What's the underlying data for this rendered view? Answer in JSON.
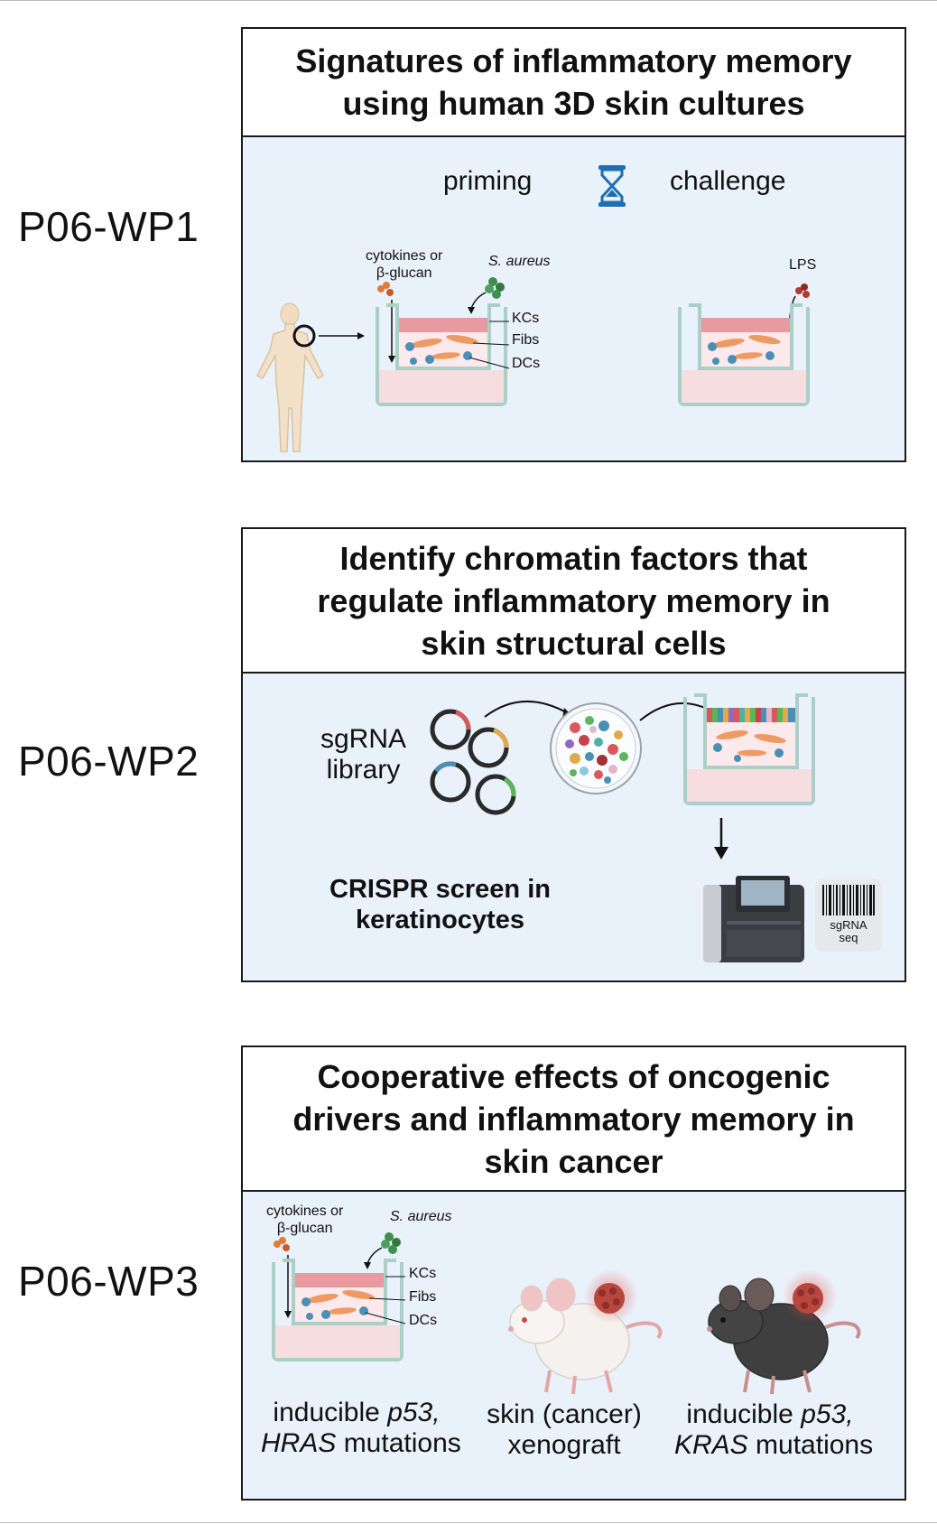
{
  "wp1": {
    "label": "P06-WP1",
    "title_line1": "Signatures of inflammatory memory",
    "title_line2": "using human 3D skin cultures",
    "priming": "priming",
    "challenge": "challenge",
    "cytokines_line1": "cytokines or",
    "cytokines_line2": "β-glucan",
    "s_aureus": "S. aureus",
    "kcs": "KCs",
    "fibs": "Fibs",
    "dcs": "DCs",
    "lps": "LPS"
  },
  "wp2": {
    "label": "P06-WP2",
    "title_line1": "Identify chromatin factors that",
    "title_line2": "regulate inflammatory memory in",
    "title_line3": "skin structural cells",
    "sgrna_line1": "sgRNA",
    "sgrna_line2": "library",
    "crispr_line1": "CRISPR screen in",
    "crispr_line2": "keratinocytes",
    "seq_line1": "sgRNA",
    "seq_line2": "seq"
  },
  "wp3": {
    "label": "P06-WP3",
    "title_line1": "Cooperative effects of oncogenic",
    "title_line2": "drivers and inflammatory memory in",
    "title_line3": "skin cancer",
    "cytokines_line1": "cytokines or",
    "cytokines_line2": "β-glucan",
    "s_aureus": "S. aureus",
    "kcs": "KCs",
    "fibs": "Fibs",
    "dcs": "DCs",
    "cap1_pre": "inducible ",
    "cap1_gene1": "p53,",
    "cap1_gene2": "HRAS",
    "cap1_post": " mutations",
    "cap2_line1": "skin (cancer)",
    "cap2_line2": "xenograft",
    "cap3_pre": "inducible ",
    "cap3_gene1": "p53,",
    "cap3_gene2": "KRAS",
    "cap3_post": " mutations"
  },
  "colors": {
    "panel_bg": "#e9f1fa",
    "border": "#1a1a1a",
    "medium": "#f6dde0",
    "well": "#a9cfc7",
    "epidermis": "#e99aa0",
    "fibroblast": "#ef9a63",
    "dendritic": "#4a8fb5",
    "s_aureus": "#3f8f4e",
    "lps": "#b23a2f",
    "tumor": "#b8473f"
  }
}
